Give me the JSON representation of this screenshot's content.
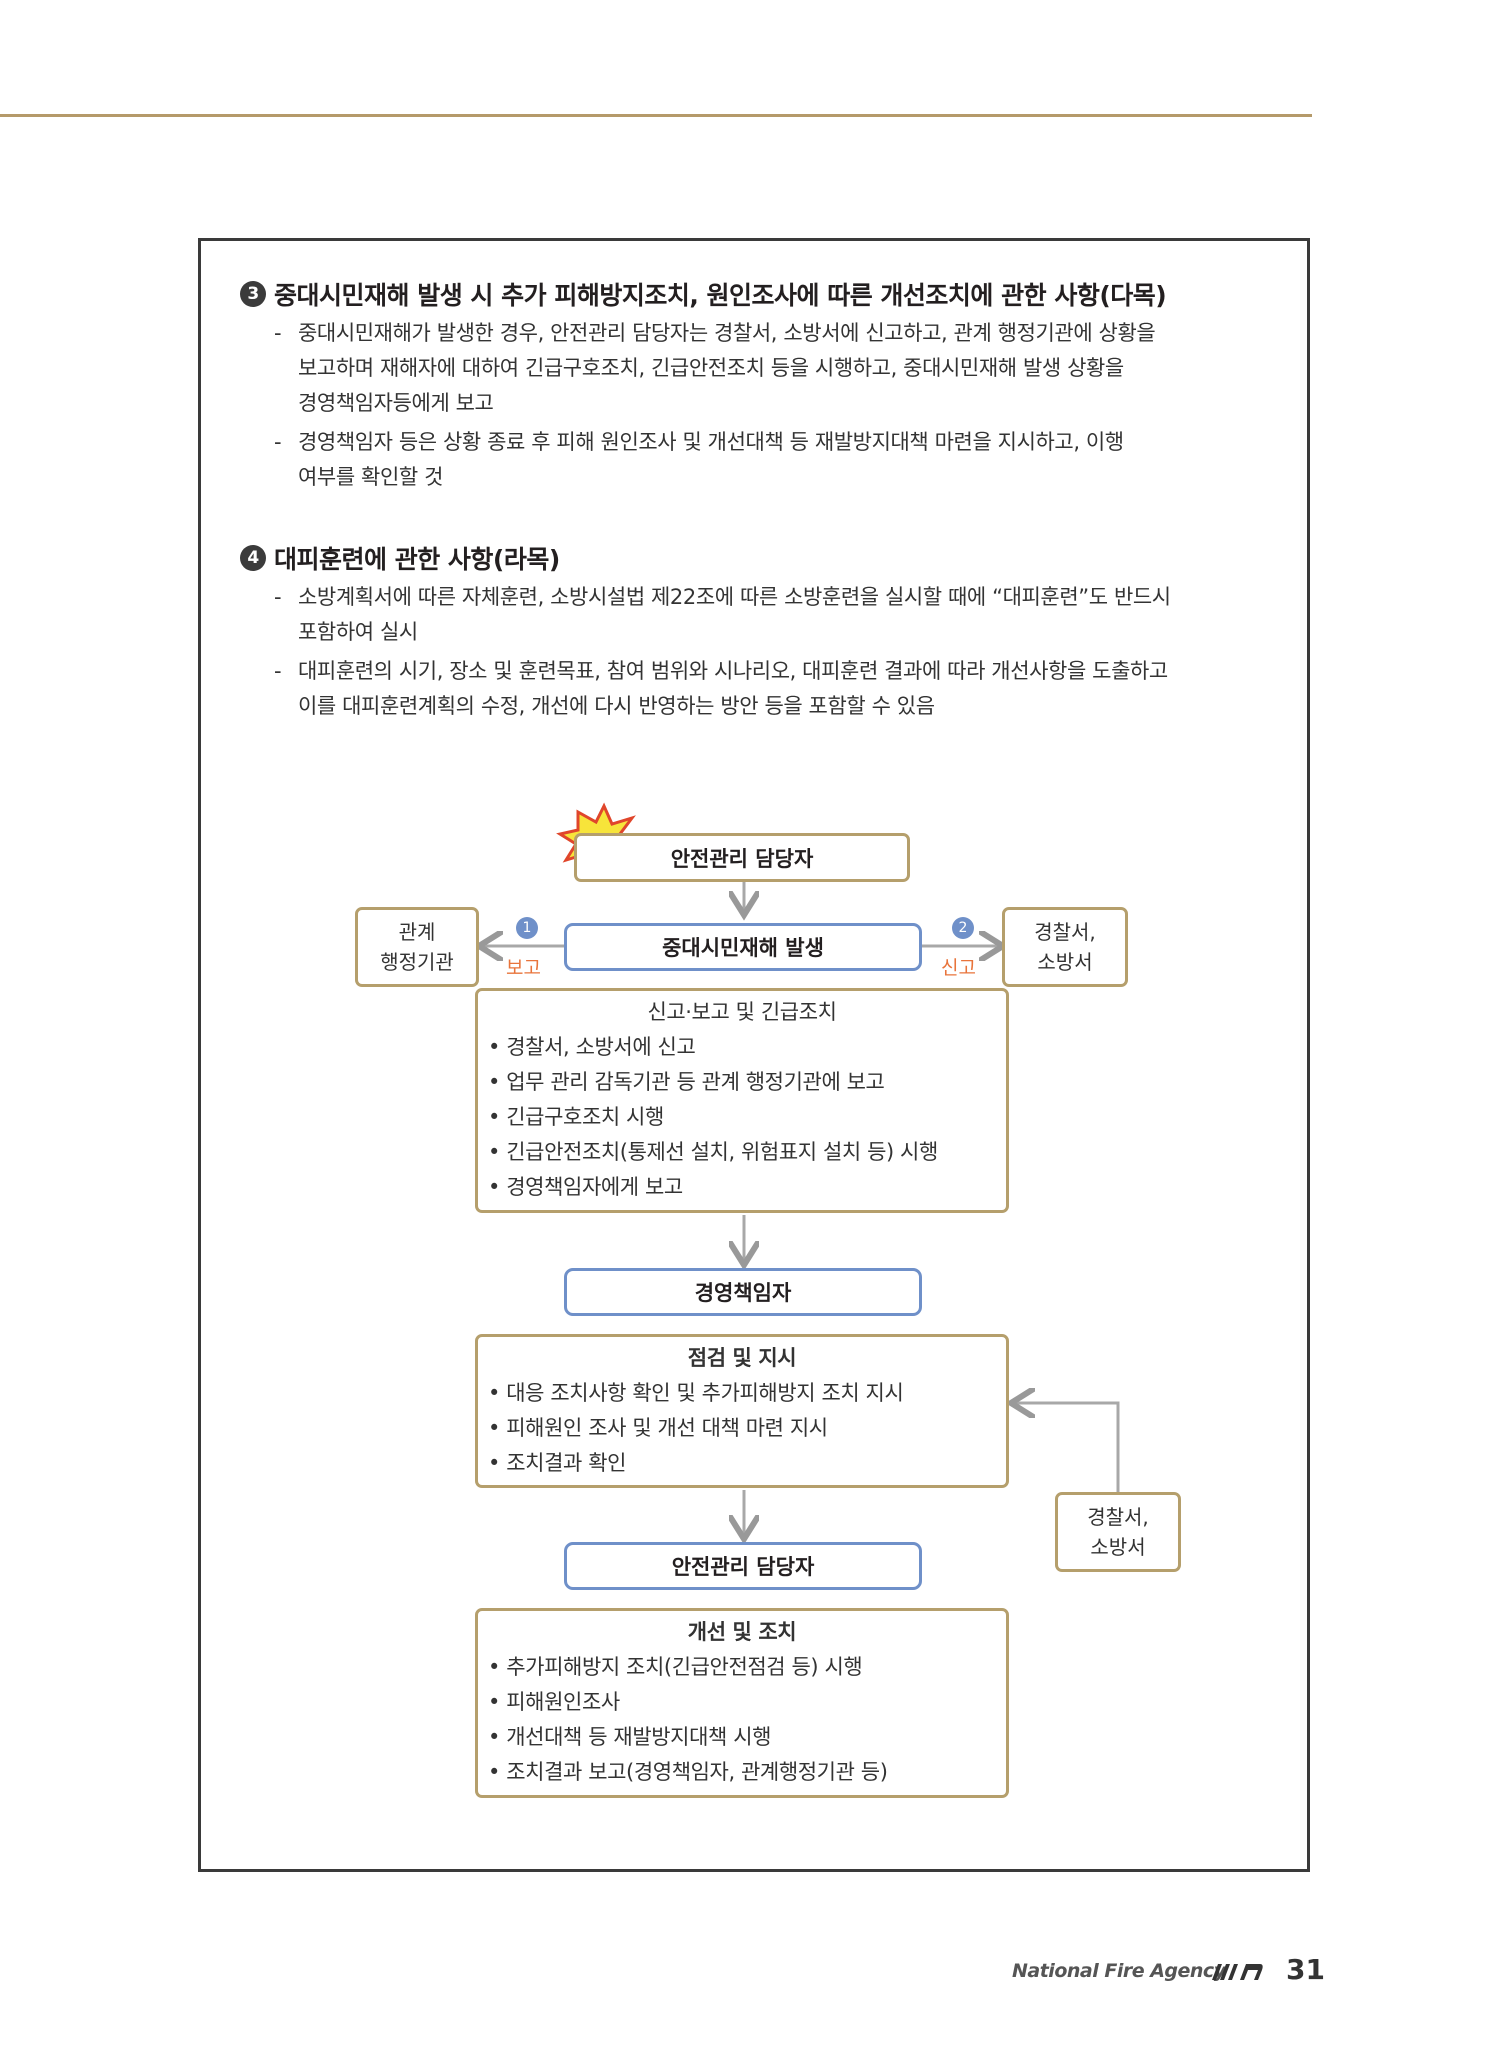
{
  "section3": {
    "number": "3",
    "title": "중대시민재해 발생 시 추가 피해방지조치, 원인조사에 따른 개선조치에 관한 사항(다목)",
    "items": [
      {
        "dash": "-",
        "lines": [
          "중대시민재해가 발생한 경우, 안전관리 담당자는 경찰서, 소방서에 신고하고, 관계 행정기관에 상황을",
          "보고하며 재해자에 대하여 긴급구호조치, 긴급안전조치 등을 시행하고, 중대시민재해 발생 상황을",
          "경영책임자등에게 보고"
        ]
      },
      {
        "dash": "-",
        "lines": [
          "경영책임자 등은 상황 종료 후 피해 원인조사 및 개선대책 등 재발방지대책 마련을 지시하고, 이행",
          "여부를 확인할 것"
        ]
      }
    ]
  },
  "section4": {
    "number": "4",
    "title": "대피훈련에 관한 사항(라목)",
    "items": [
      {
        "dash": "-",
        "lines": [
          "소방계획서에 따른 자체훈련, 소방시설법 제22조에 따른 소방훈련을 실시할 때에 “대피훈련”도 반드시",
          "포함하여 실시"
        ]
      },
      {
        "dash": "-",
        "lines": [
          "대피훈련의 시기, 장소 및 훈련목표, 참여 범위와 시나리오, 대피훈련 결과에 따라 개선사항을 도출하고",
          "이를 대피훈련계획의 수정, 개선에 다시 반영하는 방안 등을 포함할 수 있음"
        ]
      }
    ]
  },
  "flow": {
    "top": "안전관리 담당자",
    "event": "중대시민재해 발생",
    "left_box": [
      "관계",
      "행정기관"
    ],
    "right_box": [
      "경찰서,",
      "소방서"
    ],
    "badge1": "1",
    "badge2": "2",
    "report": "보고",
    "notify": "신고",
    "emergency": {
      "title": "신고·보고 및 긴급조치",
      "items": [
        "경찰서, 소방서에 신고",
        "업무 관리 감독기관 등 관계 행정기관에 보고",
        "긴급구호조치 시행",
        "긴급안전조치(통제선 설치, 위험표지 설치 등) 시행",
        "경영책임자에게 보고"
      ]
    },
    "ceo": "경영책임자",
    "inspect": {
      "title": "점검 및 지시",
      "items": [
        "대응 조치사항 확인 및 추가피해방지 조치 지시",
        "피해원인 조사 및 개선 대책 마련 지시",
        "조치결과 확인"
      ]
    },
    "police_box": [
      "경찰서,",
      "소방서"
    ],
    "manager2": "안전관리 담당자",
    "improve": {
      "title": "개선 및 조치",
      "items": [
        "추가피해방지 조치(긴급안전점검 등) 시행",
        "피해원인조사",
        "개선대책 등 재발방지대책 시행",
        "조치결과 보고(경영책임자, 관계행정기관 등)"
      ]
    }
  },
  "footer": {
    "brand": "National Fire Agency",
    "page": "31"
  },
  "colors": {
    "gold": "#b59f6c",
    "blue": "#6f90c9",
    "orange": "#e8743b"
  }
}
